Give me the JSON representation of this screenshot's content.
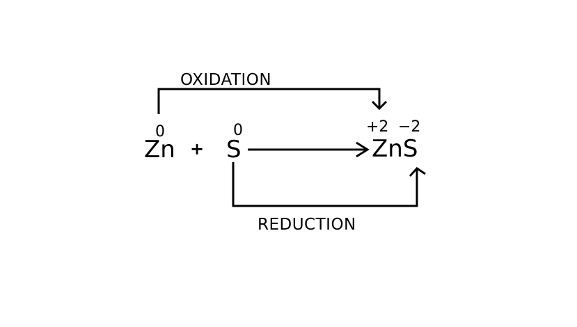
{
  "reaction": {
    "reactant_1": {
      "formula": "Zn",
      "oxidation_state": "0"
    },
    "operator": "+",
    "reactant_2": {
      "formula": "S",
      "oxidation_state": "0"
    },
    "product": {
      "formula": "ZnS",
      "oxidation_state_zn": "+2",
      "oxidation_state_s": "−2"
    }
  },
  "processes": {
    "oxidation_label": "OXIDATION",
    "reduction_label": "REDUCTION"
  },
  "colors": {
    "ink": "#000000",
    "background": "#ffffff"
  }
}
